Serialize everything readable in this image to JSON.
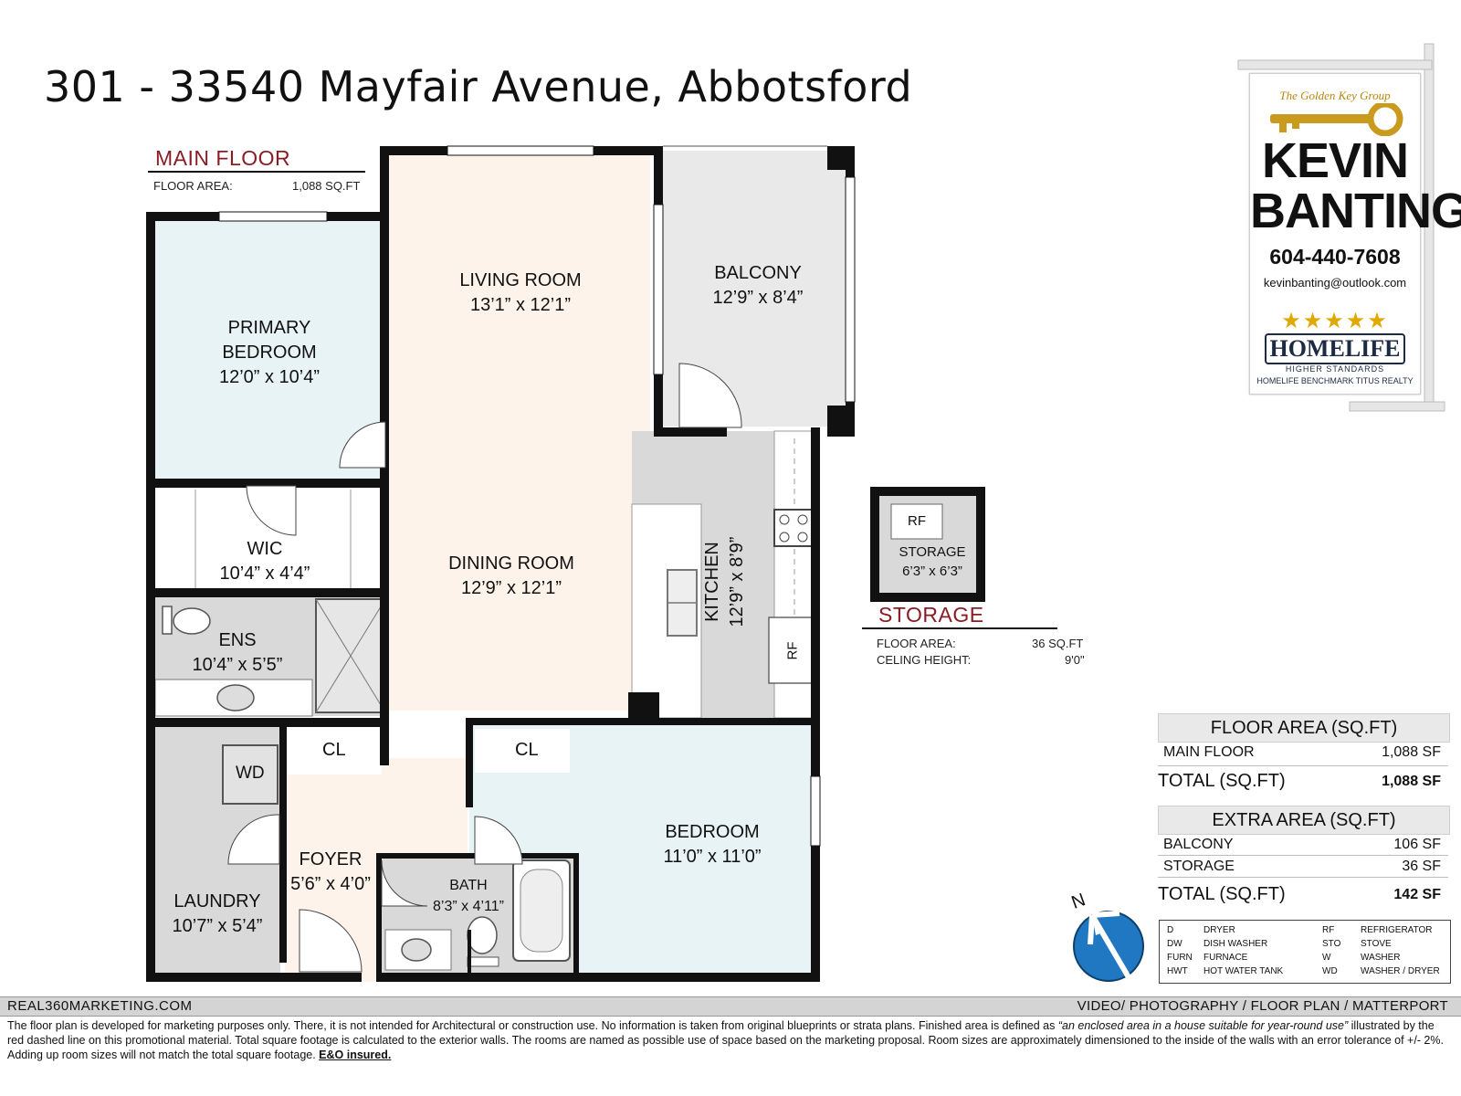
{
  "title": "301 - 33540 Mayfair Avenue, Abbotsford",
  "main_floor": {
    "heading": "MAIN FLOOR",
    "area_label": "FLOOR AREA:",
    "area_value": "1,088 SQ.FT"
  },
  "rooms": {
    "living": {
      "name": "LIVING ROOM",
      "dims": "13’1” x 12’1”"
    },
    "balcony": {
      "name": "BALCONY",
      "dims": "12’9” x 8’4”"
    },
    "primary": {
      "name1": "PRIMARY",
      "name2": "BEDROOM",
      "dims": "12’0” x 10’4”"
    },
    "wic": {
      "name": "WIC",
      "dims": "10’4” x 4’4”"
    },
    "dining": {
      "name": "DINING ROOM",
      "dims": "12’9” x 12’1”"
    },
    "kitchen": {
      "name": "KITCHEN",
      "dims": "12’9” x 8’9”"
    },
    "ens": {
      "name": "ENS",
      "dims": "10’4” x 5’5”"
    },
    "laundry": {
      "name": "LAUNDRY",
      "dims": "10’7” x 5’4”"
    },
    "foyer": {
      "name": "FOYER",
      "dims": "5’6” x 4’0”"
    },
    "bath": {
      "name": "BATH",
      "dims": "8’3” x 4’11”"
    },
    "bedroom": {
      "name": "BEDROOM",
      "dims": "11’0” x 11’0”"
    },
    "storage": {
      "name": "STORAGE",
      "dims": "6’3” x 6’3”"
    }
  },
  "fixtures": {
    "cl_left": "CL",
    "cl_right": "CL",
    "wd": "WD",
    "rf_kitchen": "RF",
    "rf_storage": "RF"
  },
  "storage_section": {
    "heading": "STORAGE",
    "area_label": "FLOOR AREA:",
    "area_value": "36 SQ.FT",
    "ceiling_label": "CELING HEIGHT:",
    "ceiling_value": "9'0\""
  },
  "area_table": {
    "floor_header": "FLOOR AREA (SQ.FT)",
    "floor_rows": [
      {
        "label": "MAIN FLOOR",
        "value": "1,088 SF"
      }
    ],
    "floor_total_label": "TOTAL (SQ.FT)",
    "floor_total_value": "1,088 SF",
    "extra_header": "EXTRA AREA (SQ.FT)",
    "extra_rows": [
      {
        "label": "BALCONY",
        "value": "106 SF"
      },
      {
        "label": "STORAGE",
        "value": "36 SF"
      }
    ],
    "extra_total_label": "TOTAL (SQ.FT)",
    "extra_total_value": "142 SF"
  },
  "compass_label": "N",
  "legend": [
    {
      "code": "D",
      "name": "DRYER"
    },
    {
      "code": "DW",
      "name": "DISH WASHER"
    },
    {
      "code": "FURN",
      "name": "FURNACE"
    },
    {
      "code": "HWT",
      "name": "HOT WATER TANK"
    },
    {
      "code": "RF",
      "name": "REFRIGERATOR"
    },
    {
      "code": "STO",
      "name": "STOVE"
    },
    {
      "code": "W",
      "name": "WASHER"
    },
    {
      "code": "WD",
      "name": "WASHER / DRYER"
    }
  ],
  "sign": {
    "group": "The Golden Key Group",
    "name_line1": "KEVIN",
    "name_line2": "BANTING",
    "phone": "604-440-7608",
    "email": "kevinbanting@outlook.com",
    "brokerage": "HOMELIFE",
    "brokerage_tag": "HIGHER STANDARDS",
    "brokerage_office": "HOMELIFE BENCHMARK TITUS REALTY"
  },
  "footer": {
    "left": "REAL360MARKETING.COM",
    "right": "VIDEO/ PHOTOGRAPHY / FLOOR PLAN / MATTERPORT",
    "disclaimer_a": "The floor plan is developed for marketing purposes only. There, it is not intended for Architectural or construction use. No information is  taken from original blueprints or strata plans. Finished area is defined as  ",
    "disclaimer_quote": "“an enclosed area in a house suitable for year-round use”",
    "disclaimer_b": " illustrated by the red dashed line on this promotional material. Total square footage is calculated to the exterior walls. The rooms are named as possible use of space based on the marketing proposal. Room sizes are approximately dimensioned to the inside of the walls with an error tolerance of +/- 2%. Adding up room sizes will not match the total square footage. ",
    "disclaimer_eo": "E&O insured."
  },
  "colors": {
    "wall": "#111111",
    "living_fill": "#fdf3ea",
    "bedroom_fill": "#e8f3f5",
    "wet_fill": "#d9d9d9",
    "balcony_fill": "#e9e9e9",
    "heading_red": "#8a1c24",
    "compass_blue": "#1f78c1"
  }
}
